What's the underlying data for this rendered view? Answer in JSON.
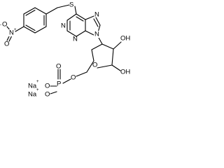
{
  "diagram": {
    "atom_labels": {
      "s": "S",
      "n_nitro": "N",
      "n_nitro_charge": "+",
      "o_nitro_1": "O",
      "o_nitro_1_charge": "-",
      "o_nitro_2": "O",
      "n_pur_1": "N",
      "n_pur_3": "N",
      "n_pur_7": "N",
      "n_pur_9": "N",
      "o_ring": "O",
      "oh_2": "OH",
      "oh_3": "OH",
      "o_5": "O",
      "p": "P",
      "o_p_double": "O",
      "o_p_1": "O",
      "o_p_2": "O",
      "na_1": "Na",
      "na_1_charge": "+",
      "na_2": "Na",
      "na_2_charge": "+"
    },
    "colors": {
      "ink": "#000000",
      "background": "#ffffff"
    }
  }
}
